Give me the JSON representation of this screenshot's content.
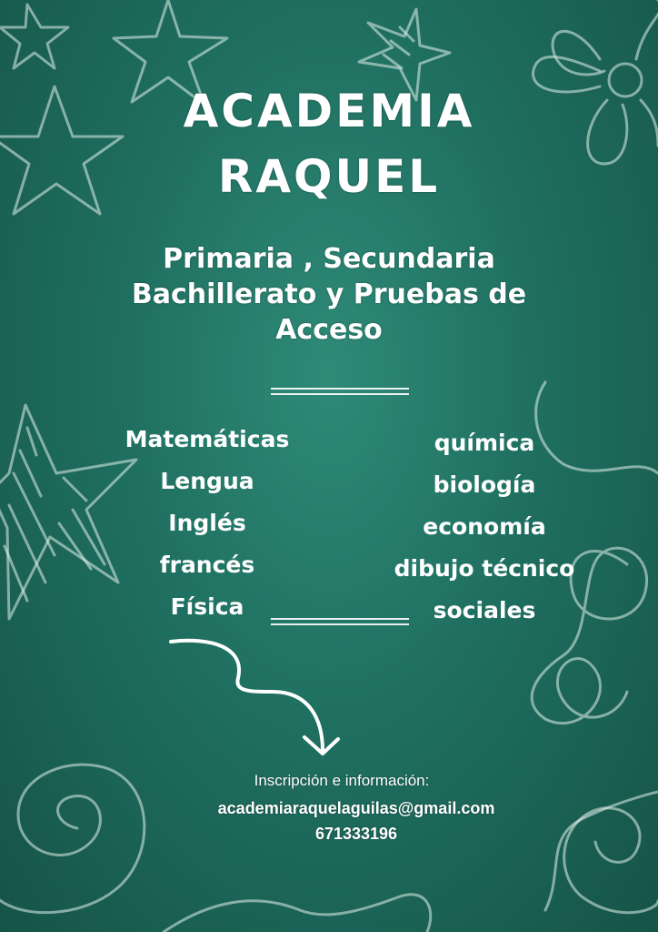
{
  "title": {
    "line1": "ACADEMIA",
    "line2": "RAQUEL"
  },
  "subtitle": {
    "line1": "Primaria , Secundaria",
    "line2": "Bachillerato y Pruebas de",
    "line3": "Acceso"
  },
  "subjects_left": [
    "Matemáticas",
    "Lengua",
    "Inglés",
    "francés",
    "Física"
  ],
  "subjects_right": [
    "química",
    "biología",
    "economía",
    "dibujo técnico",
    "sociales"
  ],
  "contact": {
    "label": "Inscripción e información:",
    "email": "academiaraquelaguilas@gmail.com",
    "phone": "671333196"
  },
  "colors": {
    "chalkboard": "#1f6f60",
    "chalk": "#ffffff"
  },
  "decorations": [
    "star-doodle",
    "flower-doodle",
    "spiral-doodle",
    "curved-arrow",
    "loop-doodle"
  ]
}
